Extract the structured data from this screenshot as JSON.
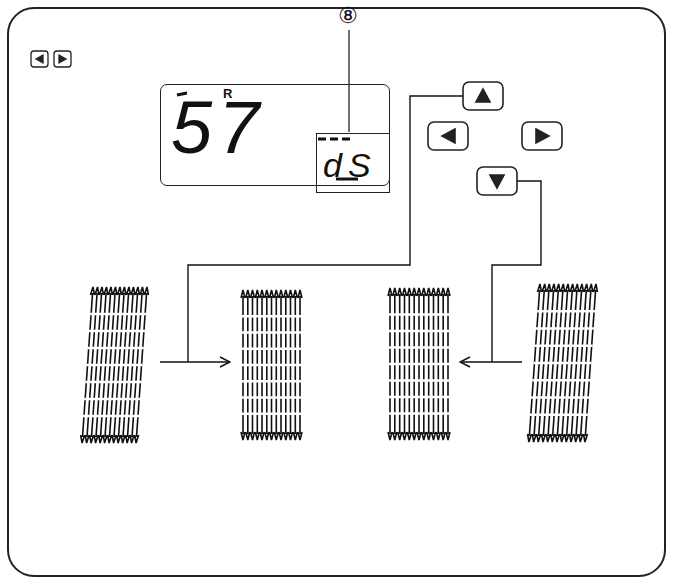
{
  "diagram": {
    "nodes": [
      {
        "text": [
          "57",
          "R"
        ]
      },
      {
        "text": [
          "dS"
        ],
        "in": 0
      }
    ],
    "labels": [
      "⑧"
    ]
  }
}
